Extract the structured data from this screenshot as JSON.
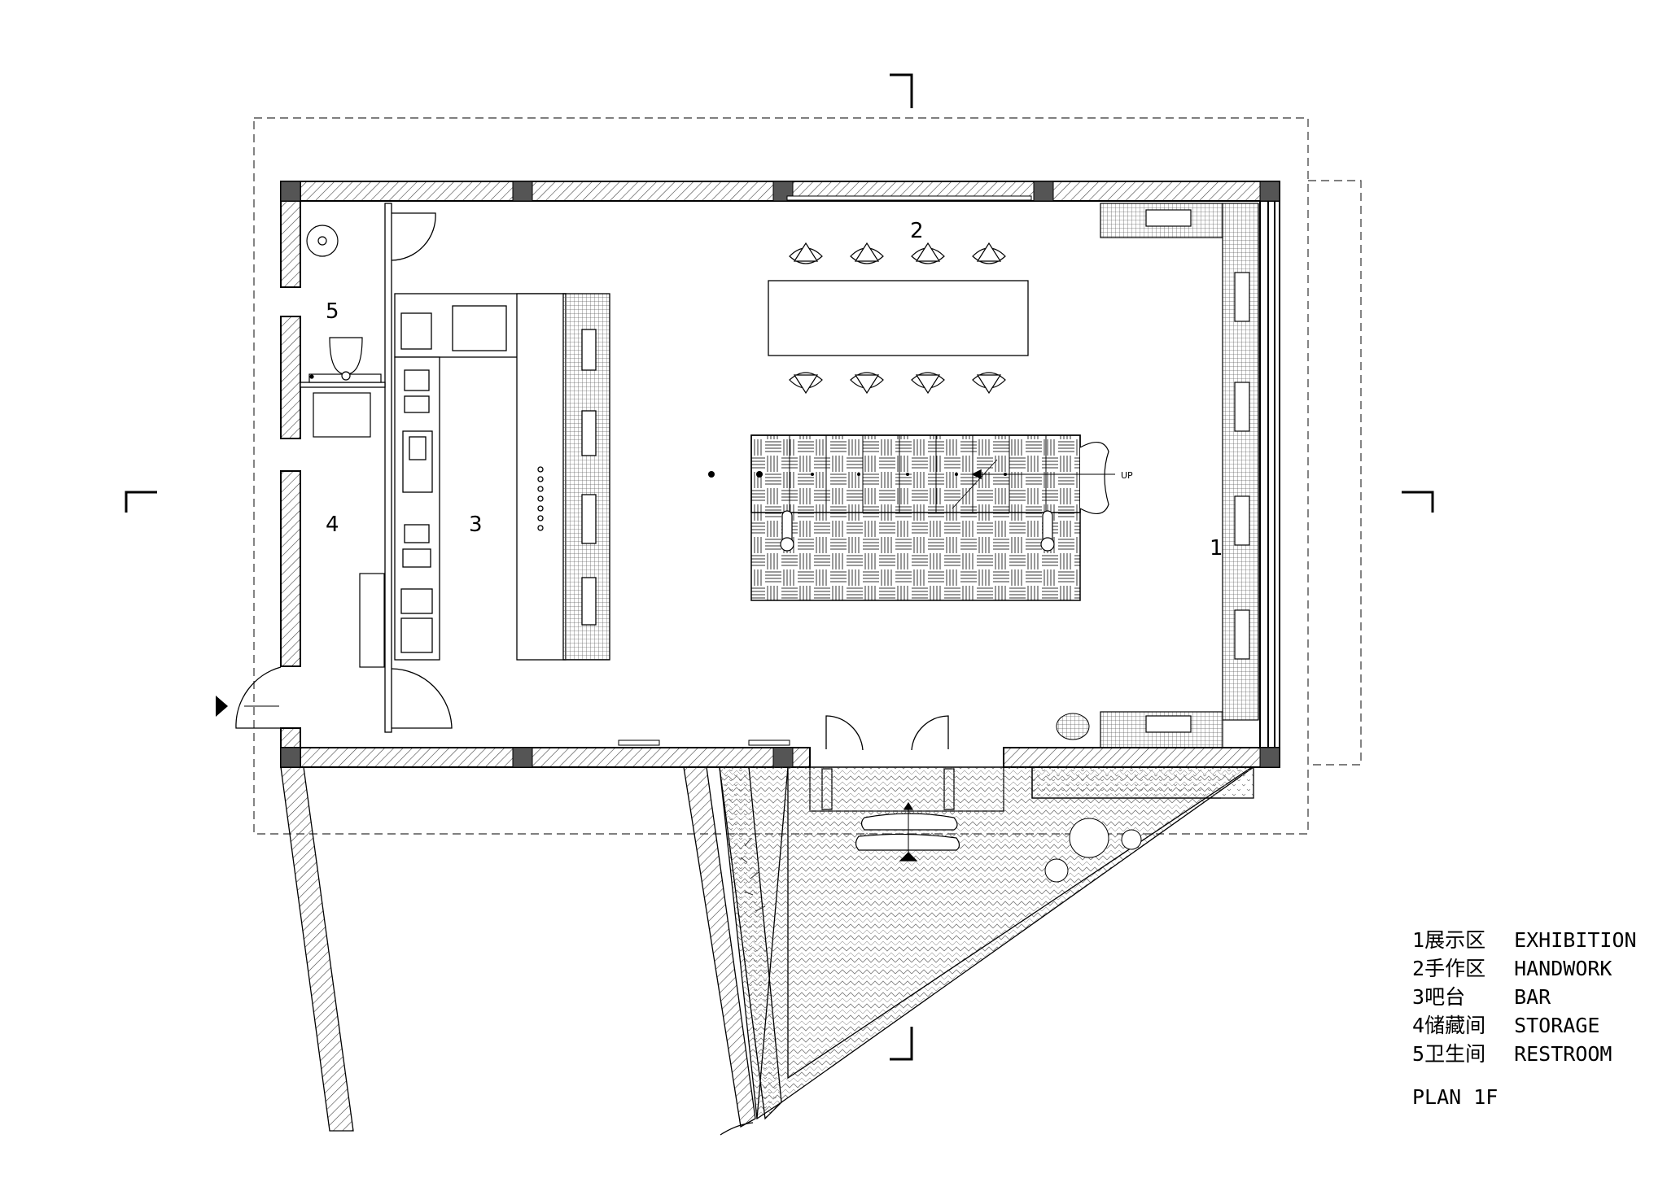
{
  "rooms": [
    {
      "num": "1",
      "cn": "展示区",
      "en": "EXHIBITION"
    },
    {
      "num": "2",
      "cn": "手作区",
      "en": "HANDWORK"
    },
    {
      "num": "3",
      "cn": "吧台",
      "en": "BAR"
    },
    {
      "num": "4",
      "cn": "储藏间",
      "en": "STORAGE"
    },
    {
      "num": "5",
      "cn": "卫生间",
      "en": "RESTROOM"
    }
  ],
  "plan_title": "PLAN 1F",
  "stair_label": "UP"
}
